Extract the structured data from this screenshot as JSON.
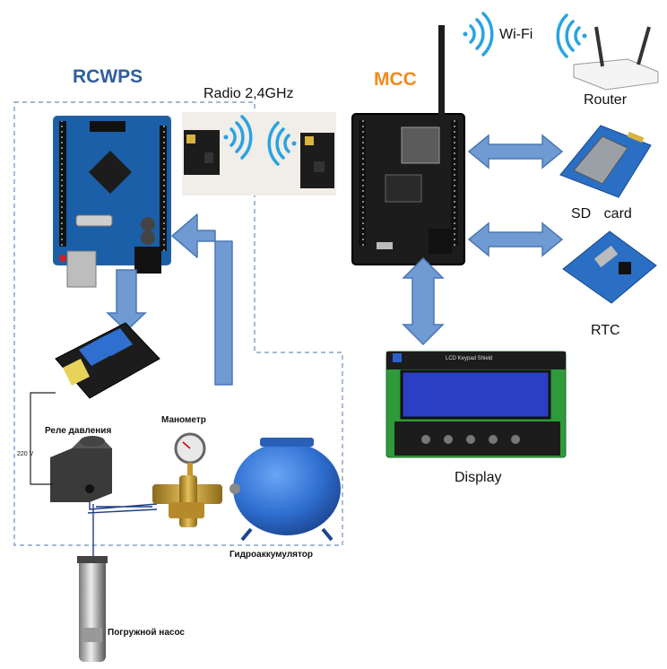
{
  "labels": {
    "rcwps": "RCWPS",
    "mcc": "MCC",
    "radio": "Radio 2,4GHz",
    "wifi": "Wi-Fi",
    "router": "Router",
    "sd_card": "SD card",
    "rtc": "RTC",
    "display": "Display",
    "pressure_relay": "Реле давления",
    "manometer": "Манометр",
    "accumulator": "Гидроаккумулятор",
    "submersible_pump": "Погружной насос",
    "voltage": "220 V",
    "lcd_header": "LCD Keypad Shield"
  },
  "colors": {
    "rcwps_title": "#2e5f9e",
    "mcc_title": "#f08a1c",
    "arrow_fill": "#6f9bd2",
    "arrow_stroke": "#4a78b5",
    "pcb_blue": "#1a5fa8",
    "pcb_black": "#1c1c1c",
    "lcd_screen": "#2a3fc4",
    "lcd_board": "#2f9a3a",
    "tank_blue": "#2f6fd0",
    "brass": "#c7962c",
    "wifi_blue": "#29a3e0"
  }
}
